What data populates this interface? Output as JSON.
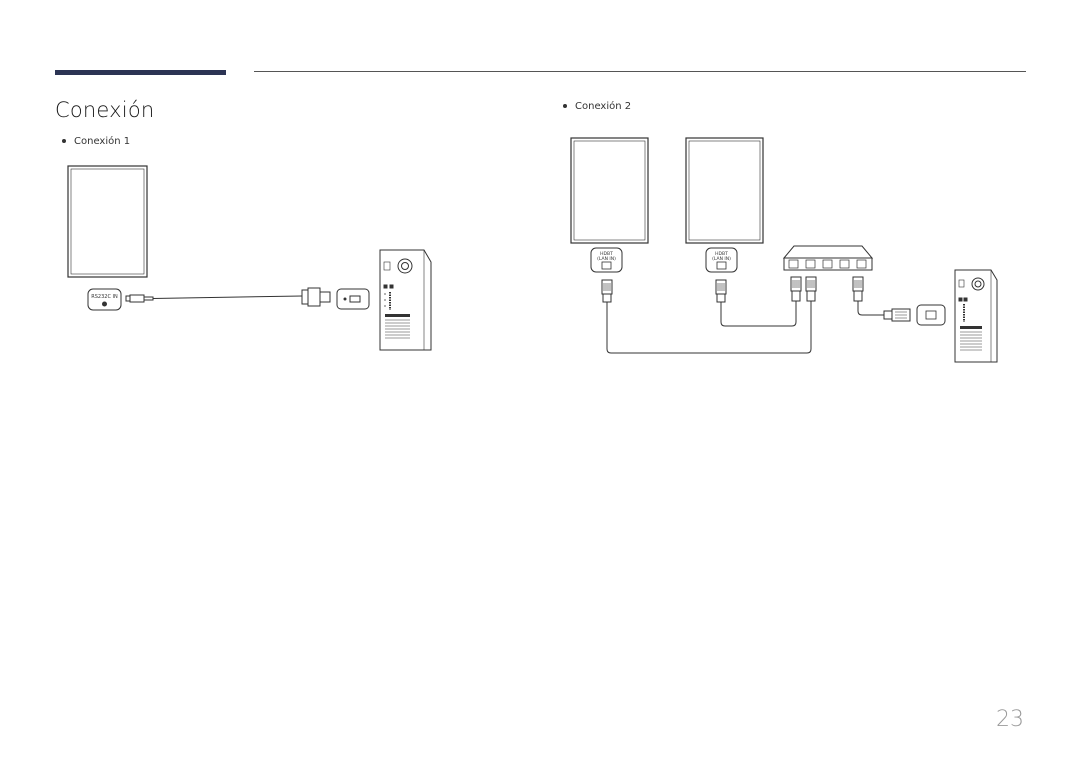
{
  "header": {
    "title": "Conexión"
  },
  "sections": {
    "connection1": {
      "label": "Conexión 1",
      "port_label": "RS232C IN"
    },
    "connection2": {
      "label": "Conexión 2",
      "port_label_line1": "HDBT",
      "port_label_line2": "(LAN IN)"
    }
  },
  "footer": {
    "page_number": "23"
  }
}
